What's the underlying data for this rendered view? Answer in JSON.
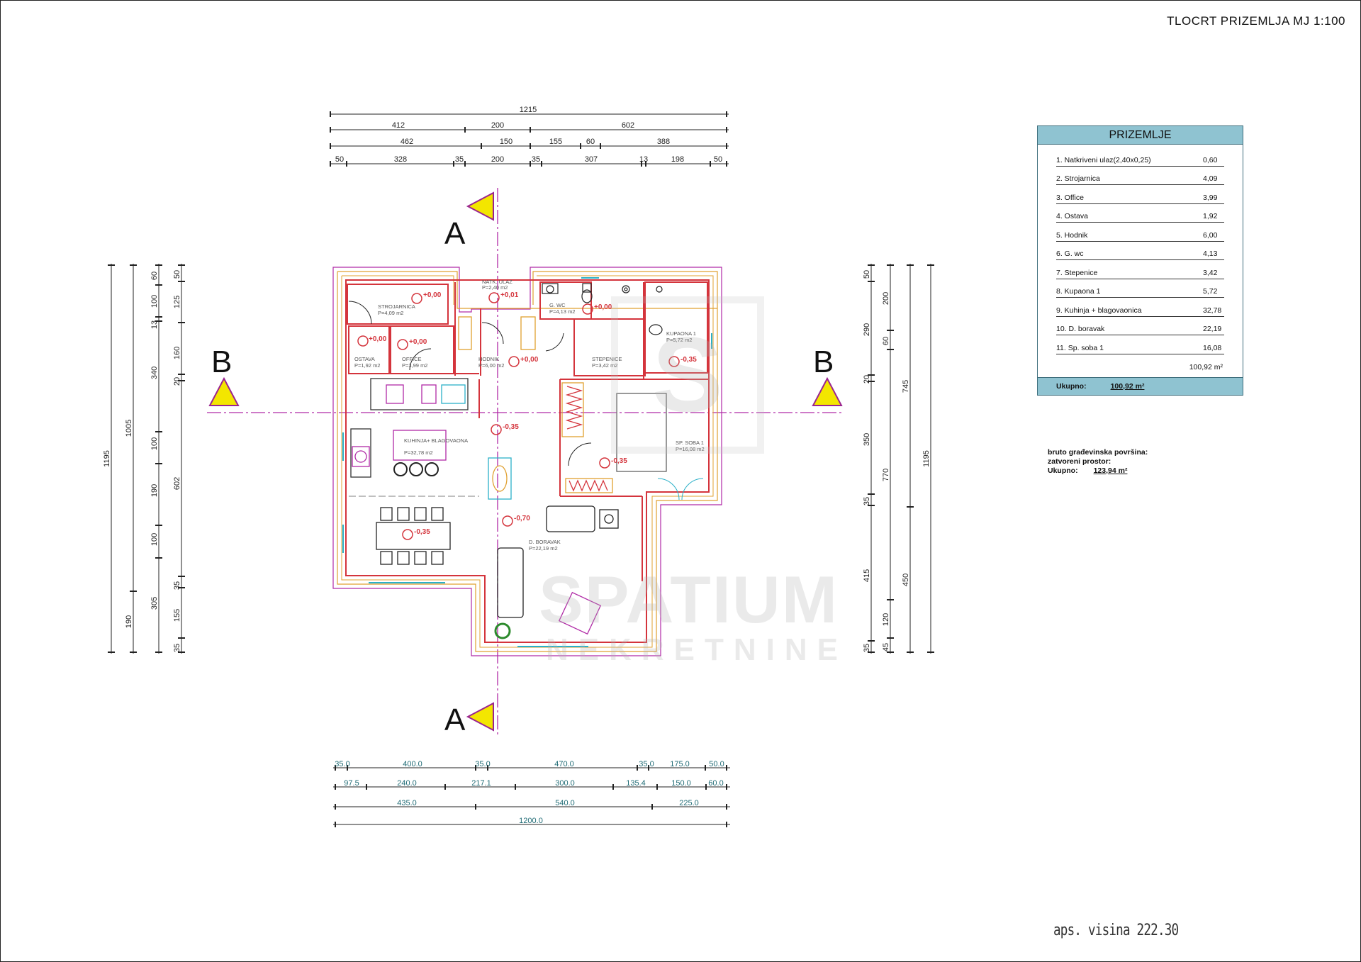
{
  "title": "TLOCRT PRIZEMLJA  MJ 1:100",
  "section_marks": {
    "a": "A",
    "b": "B"
  },
  "top_dims": {
    "row1": [
      "1215"
    ],
    "row2": [
      "412",
      "200",
      "602"
    ],
    "row3": [
      "462",
      "150",
      "155",
      "60",
      "388"
    ],
    "row4": [
      "50",
      "328",
      "35",
      "200",
      "35",
      "307",
      "13",
      "198",
      "50"
    ]
  },
  "bottom_dims": {
    "row1": [
      "35.0",
      "400.0",
      "35.0",
      "470.0",
      "35.0",
      "175.0",
      "50.0"
    ],
    "row2": [
      "97.5",
      "240.0",
      "217.1",
      "300.0",
      "135.4",
      "150.0",
      "60.0"
    ],
    "row3": [
      "435.0",
      "540.0",
      "225.0"
    ],
    "row4": [
      "1200.0"
    ]
  },
  "left_dims": {
    "c1": [
      "1195"
    ],
    "c2": [
      "1005",
      "190"
    ],
    "c3": [
      "60",
      "100",
      "13",
      "340",
      "100",
      "190",
      "100",
      "305"
    ],
    "c4": [
      "50",
      "125",
      "160",
      "20",
      "602",
      "35",
      "155",
      "35"
    ]
  },
  "right_dims": {
    "c1": [
      "50",
      "290",
      "20",
      "350",
      "35",
      "415",
      "35"
    ],
    "c2": [
      "200",
      "60",
      "770",
      "120",
      "45"
    ],
    "c3": [
      "745",
      "450"
    ],
    "c4": [
      "1195"
    ]
  },
  "rooms": [
    {
      "name": "STROJARNICA",
      "area": "P=4,09 m2"
    },
    {
      "name": "NATK. ULAZ",
      "area": "P=2,40 m2"
    },
    {
      "name": "G. WC",
      "area": "P=4,13 m2"
    },
    {
      "name": "KUPAONA 1",
      "area": "P=5,72 m2"
    },
    {
      "name": "OSTAVA",
      "area": "P=1,92 m2"
    },
    {
      "name": "OFFICE",
      "area": "P=3,99 m2"
    },
    {
      "name": "HODNIK",
      "area": "P=6,00 m2"
    },
    {
      "name": "STEPENICE",
      "area": "P=3,42 m2"
    },
    {
      "name": "KUHINJA+ BLAGOVAONA",
      "area": "P=32,78 m2"
    },
    {
      "name": "SP. SOBA 1",
      "area": "P=16,08 m2"
    },
    {
      "name": "D. BORAVAK",
      "area": "P=22,19 m2"
    }
  ],
  "levels": [
    "+0,00",
    "+0,01",
    "+0,00",
    "+0,00",
    "+0,00",
    "+0,00",
    "-0,35",
    "-0,35",
    "-0,35",
    "-0,70",
    "-0,35"
  ],
  "legend": {
    "header": "PRIZEMLJE",
    "rows": [
      {
        "name": "1. Natkriveni ulaz(2,40x0,25)",
        "value": "0,60"
      },
      {
        "name": "2. Strojarnica",
        "value": "4,09"
      },
      {
        "name": "3. Office",
        "value": "3,99"
      },
      {
        "name": "4. Ostava",
        "value": "1,92"
      },
      {
        "name": "5. Hodnik",
        "value": "6,00"
      },
      {
        "name": "6. G. wc",
        "value": "4,13"
      },
      {
        "name": "7. Stepenice",
        "value": "3,42"
      },
      {
        "name": "8. Kupaona 1",
        "value": "5,72"
      },
      {
        "name": "9. Kuhinja + blagovaonica",
        "value": "32,78"
      },
      {
        "name": "10. D. boravak",
        "value": "22,19"
      },
      {
        "name": "11. Sp. soba 1",
        "value": "16,08"
      }
    ],
    "total": "100,92 m²",
    "footer_label": "Ukupno:",
    "footer_value": "100,92 m²"
  },
  "bruto": {
    "line1": "bruto građevinska površina:",
    "line2": "zatvoreni prostor:",
    "label": "Ukupno:",
    "value": "123,94 m²"
  },
  "aps": "aps. visina  222.30",
  "watermark": {
    "line1": "SPATIUM",
    "line2": "NEKRETNINE",
    "logo": "S"
  },
  "colors": {
    "wall": "#d4343c",
    "axis": "#b02aa6",
    "warm": "#e0a030",
    "window": "#2bb0c8",
    "legend_head": "#8fc3d1",
    "marker": "#f3e600"
  }
}
